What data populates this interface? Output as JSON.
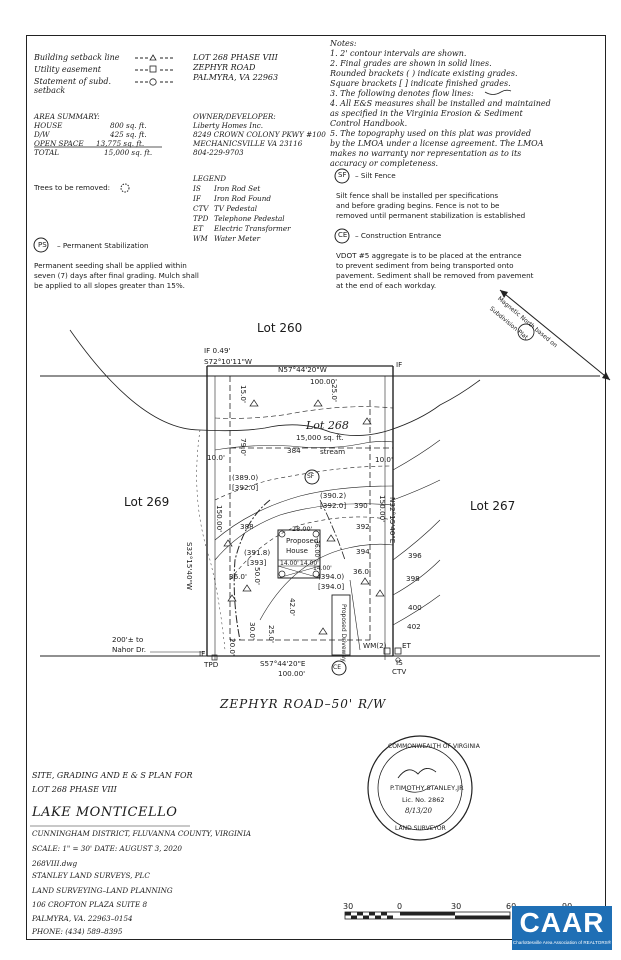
{
  "legend_symbols": {
    "building_setback_line": "Building setback line",
    "utility_easement": "Utility easement",
    "statement_of_subd_setback_1": "Statement of subd.",
    "statement_of_subd_setback_2": "setback"
  },
  "lot_info": {
    "line1": "LOT 268 PHASE VIII",
    "line2": "ZEPHYR ROAD",
    "line3": "PALMYRA, VA 22963"
  },
  "area_summary": {
    "title": "AREA SUMMARY:",
    "rows": [
      {
        "label": "HOUSE",
        "value": "800 sq. ft."
      },
      {
        "label": "D/W",
        "value": "425 sq. ft."
      },
      {
        "label": "OPEN SPACE",
        "value": "13,775 sq. ft."
      },
      {
        "label": "TOTAL",
        "value": "15,000 sq. ft."
      }
    ]
  },
  "owner": {
    "title": "OWNER/DEVELOPER:",
    "line1": "Liberty Homes Inc.",
    "line2": "8249 CROWN COLONY PKWY #100",
    "line3": "MECHANICSVILLE VA 23116",
    "line4": "804-229-9703"
  },
  "trees_removed": "Trees to be removed:",
  "legend": {
    "title": "LEGEND",
    "items": [
      {
        "code": "IS",
        "desc": "Iron Rod Set"
      },
      {
        "code": "IF",
        "desc": "Iron Rod Found"
      },
      {
        "code": "CTV",
        "desc": "TV Pedestal"
      },
      {
        "code": "TPD",
        "desc": "Telephone Pedestal"
      },
      {
        "code": "ET",
        "desc": "Electric Transformer"
      },
      {
        "code": "WM",
        "desc": "Water Meter"
      }
    ]
  },
  "ps": {
    "code": "PS",
    "label": "– Permanent Stabilization",
    "text1": "Permanent seeding shall be applied within",
    "text2": "seven (7) days after final grading. Mulch shall",
    "text3": "be applied to all slopes greater than 15%."
  },
  "notes": {
    "title": "Notes:",
    "lines": [
      "1.  2' contour intervals are shown.",
      "2.  Final grades are shown in solid lines.",
      "     Rounded brackets ( ) indicate existing grades.",
      "     Square brackets [ ] indicate finished grades.",
      "3.  The following denotes flow lines:",
      "4.  All E&S measures shall be installed and maintained",
      "     as specified in the Virginia Erosion & Sediment",
      "     Control Handbook.",
      "5.  The topography used on this plat was provided",
      "     by the LMOA under a license agreement. The LMOA",
      "     makes no warranty nor representation as to its",
      "     accuracy or completeness."
    ]
  },
  "sf": {
    "code": "SF",
    "label": "– Silt Fence",
    "text1": "Silt fence shall be installed per specifications",
    "text2": "and before grading begins. Fence is not to be",
    "text3": "removed until permanent stabilization is established"
  },
  "ce": {
    "code": "CE",
    "label": "– Construction Entrance",
    "text1": "VDOT #5 aggregate is to be placed at the entrance",
    "text2": "to prevent sediment from being transported onto",
    "text3": "pavement. Sediment shall be removed from pavement",
    "text4": "at the end of each workday."
  },
  "plan": {
    "lot_260": "Lot 260",
    "lot_269": "Lot 269",
    "lot_267": "Lot 267",
    "lot_268": "Lot 268",
    "lot_268_area": "15,000 sq. ft.",
    "stream": "stream",
    "if_049": "IF 0.49'",
    "bearing_top_left": "S72°10'11\"W",
    "bearing_top": "N57°44'20\"W",
    "dist_top": "100.00'",
    "bearing_left": "S32°15'40\"W",
    "dist_left": "150.00'",
    "bearing_right": "N32°15'40\"E",
    "dist_right": "150.00'",
    "bearing_bottom": "S57°44'20\"E",
    "dist_bottom": "100.00'",
    "if_top_right": "IF",
    "if_bottom_left": "IF",
    "is_bottom_right": "IS",
    "ctv": "CTV",
    "et": "ET",
    "wm": "WM(2)",
    "tpd": "TPD",
    "setback_15": "15.0'",
    "setback_25": "25.0'",
    "setback_10_left": "10.0'",
    "setback_10_right": "10.0'",
    "dim_79": "79.0'",
    "g_389": "(389.0)",
    "g_392a": "[392.0]",
    "g_390": "(390.2)",
    "g_392b": "[392.0]",
    "g_391": "(391.8)",
    "g_393": "[393]",
    "g_394a": "(394.0)",
    "g_394b": "[394.0]",
    "c_384": "384",
    "c_388": "388",
    "c_390": "390",
    "c_392": "392",
    "c_394": "394",
    "c_396": "396",
    "c_398": "398",
    "c_400": "400",
    "c_402": "402",
    "house_28": "28.00'",
    "house_label1": "Proposed",
    "house_label2": "House",
    "house_14a": "14.00'",
    "house_14b": "14.00'",
    "house_14c": "14.00'",
    "house_36a": "36.00'",
    "house_36": "36.0'",
    "house_36r": "36.0'",
    "dim_42": "42.0'",
    "dim_30": "30.0'",
    "dim_25": "25.0'",
    "dim_20": "20.0'",
    "dim_50": "50.0'",
    "driveway": "Proposed Driveway",
    "sf_tag": "SF",
    "ce_tag": "CE",
    "dist_nahor_1": "200'± to",
    "dist_nahor_2": "Nahor Dr.",
    "road": "ZEPHYR ROAD–50' R/W",
    "north_1": "Magnetic North based on",
    "north_2": "Subdivision Plat"
  },
  "seal": {
    "top": "COMMONWEALTH OF VIRGINIA",
    "name": "P.TIMOTHY STANLEY,JR",
    "lic": "Lic. No. 2862",
    "date": "8/13/20",
    "bottom": "LAND SURVEYOR"
  },
  "title_block": {
    "line1": "SITE, GRADING AND E & S PLAN FOR",
    "line2": "LOT 268 PHASE VIII",
    "line3": "LAKE MONTICELLO",
    "line4": "CUNNINGHAM DISTRICT, FLUVANNA COUNTY, VIRGINIA",
    "line5": "SCALE:  1\" = 30'   DATE: AUGUST 3, 2020",
    "line6": "268VIII.dwg",
    "line7": "STANLEY LAND SURVEYS, PLC",
    "line8": "LAND SURVEYING–LAND PLANNING",
    "line9": "106 CROFTON PLAZA SUITE 8",
    "line10": "PALMYRA, VA. 22963–0154",
    "line11": "PHONE: (434) 589–8395"
  },
  "scale_bar": {
    "l30": "30",
    "l0": "0",
    "l30b": "30",
    "l60": "60",
    "l90": "90"
  },
  "caar": {
    "big": "CAAR",
    "small": "Charlottesville Area Association of REALTORS®"
  },
  "colors": {
    "line": "#222222",
    "caar_blue": "#1f6fb5"
  }
}
